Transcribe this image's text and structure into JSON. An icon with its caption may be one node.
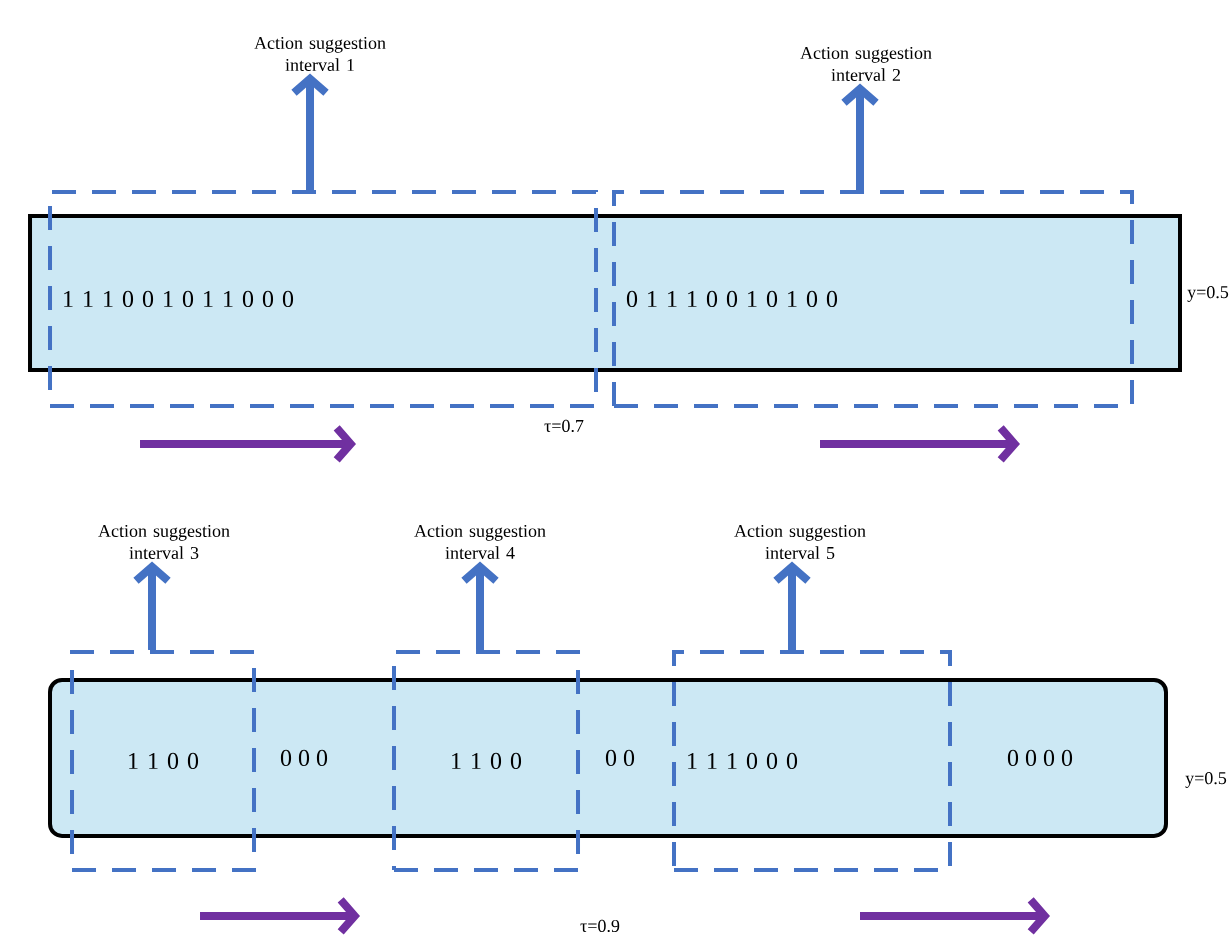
{
  "diagram": {
    "nodes": [
      {
        "text": [],
        "shape": "bar"
      },
      {
        "text": [
          "1 1 1 0 0 1 0 1 1 0 0 0"
        ]
      },
      {
        "text": [
          "0 1 1 1 0 0 1 0 1 0 0"
        ]
      },
      {
        "text": [
          "Action suggestion interval 1"
        ]
      },
      {
        "text": [
          "Action suggestion interval 2"
        ]
      },
      {
        "text": [
          "0 0 0",
          "0 0",
          "0 0 0 0"
        ]
      },
      {
        "text": [
          "1 1 0 0"
        ]
      },
      {
        "text": [
          "1 1 0 0"
        ]
      },
      {
        "text": [
          "1 1 1 0 0 0"
        ]
      },
      {
        "text": [
          "Action suggestion interval 3"
        ]
      },
      {
        "text": [
          "Action suggestion interval 4"
        ]
      },
      {
        "text": [
          "Action suggestion interval 5"
        ]
      }
    ],
    "edges": [
      {
        "from": 1,
        "to": 3,
        "arrow": "to"
      },
      {
        "from": 2,
        "to": 4,
        "arrow": "to"
      },
      {
        "from": 6,
        "to": 9,
        "arrow": "to"
      },
      {
        "from": 7,
        "to": 10,
        "arrow": "to"
      },
      {
        "from": 8,
        "to": 11,
        "arrow": "to"
      }
    ],
    "labels": [
      "y=0.5",
      "τ=0.7",
      "y=0.5",
      "τ=0.9"
    ]
  }
}
